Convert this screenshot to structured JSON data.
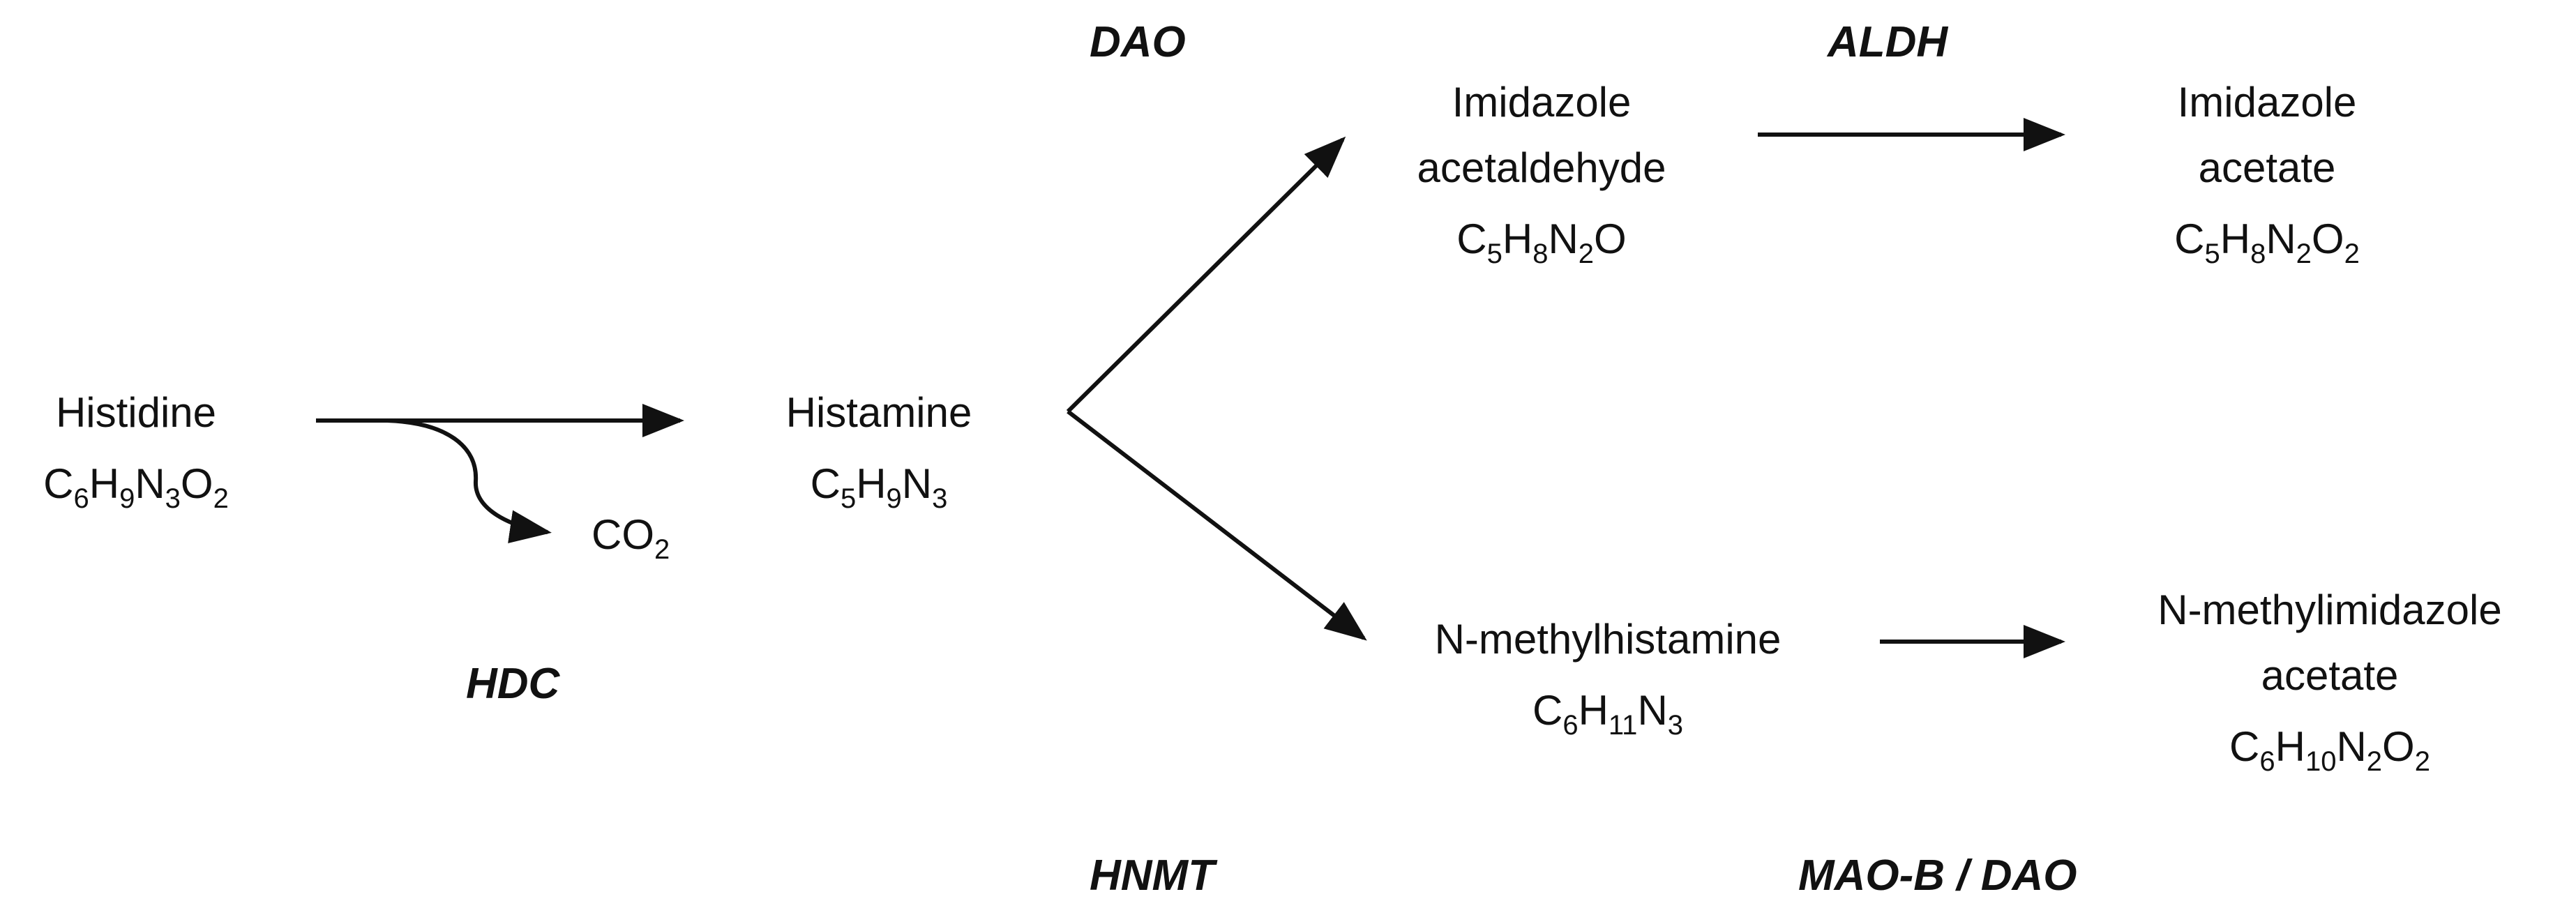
{
  "compounds": {
    "histidine": {
      "name": "Histidine",
      "formula": [
        {
          "t": "C"
        },
        {
          "s": "6"
        },
        {
          "t": "H"
        },
        {
          "s": "9"
        },
        {
          "t": "N"
        },
        {
          "s": "3"
        },
        {
          "t": "O"
        },
        {
          "s": "2"
        }
      ]
    },
    "histamine": {
      "name": "Histamine",
      "formula": [
        {
          "t": "C"
        },
        {
          "s": "5"
        },
        {
          "t": "H"
        },
        {
          "s": "9"
        },
        {
          "t": "N"
        },
        {
          "s": "3"
        }
      ]
    },
    "imidazole_acetaldehyde": {
      "name_lines": [
        "Imidazole",
        "acetaldehyde"
      ],
      "formula": [
        {
          "t": "C"
        },
        {
          "s": "5"
        },
        {
          "t": "H"
        },
        {
          "s": "8"
        },
        {
          "t": "N"
        },
        {
          "s": "2"
        },
        {
          "t": "O"
        }
      ]
    },
    "imidazole_acetate": {
      "name_lines": [
        "Imidazole",
        "acetate"
      ],
      "formula": [
        {
          "t": "C"
        },
        {
          "s": "5"
        },
        {
          "t": "H"
        },
        {
          "s": "8"
        },
        {
          "t": "N"
        },
        {
          "s": "2"
        },
        {
          "t": "O"
        },
        {
          "s": "2"
        }
      ]
    },
    "n_methylhistamine": {
      "name": "N-methylhistamine",
      "formula": [
        {
          "t": "C"
        },
        {
          "s": "6"
        },
        {
          "t": "H"
        },
        {
          "s": "11"
        },
        {
          "t": "N"
        },
        {
          "s": "3"
        }
      ]
    },
    "n_methylimidazole_acetate": {
      "name_lines": [
        "N-methylimidazole",
        "acetate"
      ],
      "formula": [
        {
          "t": "C"
        },
        {
          "s": "6"
        },
        {
          "t": "H"
        },
        {
          "s": "10"
        },
        {
          "t": "N"
        },
        {
          "s": "2"
        },
        {
          "t": "O"
        },
        {
          "s": "2"
        }
      ]
    }
  },
  "byproduct": {
    "co2": [
      {
        "t": "CO"
      },
      {
        "s": "2"
      }
    ]
  },
  "enzymes": {
    "hdc": "HDC",
    "dao": "DAO",
    "aldh": "ALDH",
    "hnmt": "HNMT",
    "mao_b_dao": "MAO-B / DAO"
  },
  "colors": {
    "text": "#111111",
    "arrow": "#111111",
    "background": "#ffffff"
  }
}
